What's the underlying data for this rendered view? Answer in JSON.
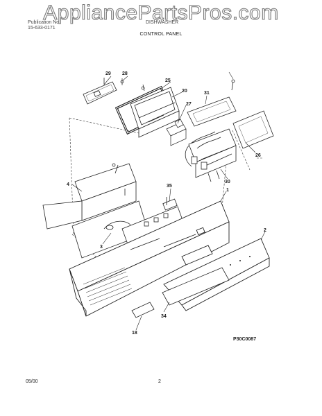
{
  "watermark": "AppliancePartsPros.com",
  "header": {
    "left_line1": "Publication No",
    "left_line2": "15-633-0171",
    "right_line1": "DISHWASHER"
  },
  "title": "CONTROL PANEL",
  "callouts": {
    "c1": "1",
    "c2": "2",
    "c3": "3",
    "c4": "4",
    "c18": "18",
    "c20": "20",
    "c25": "25",
    "c26": "26",
    "c27": "27",
    "c28": "28",
    "c29": "29",
    "c30": "30",
    "c31": "31",
    "c34": "34",
    "c35": "35"
  },
  "drawing_code": "P30C0087",
  "footer": {
    "date": "05/00",
    "page": "2"
  }
}
